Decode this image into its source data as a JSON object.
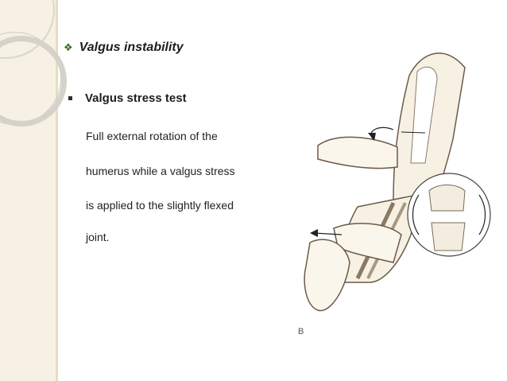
{
  "heading": "Valgus instability",
  "subheading": "Valgus stress test",
  "body_lines": [
    "Full external rotation of the",
    "humerus while a valgus stress",
    "is applied to the slightly flexed",
    "joint."
  ],
  "figure_label": "B",
  "colors": {
    "accent": "#3a6b1e",
    "sidebar": "#f6f1e4"
  }
}
